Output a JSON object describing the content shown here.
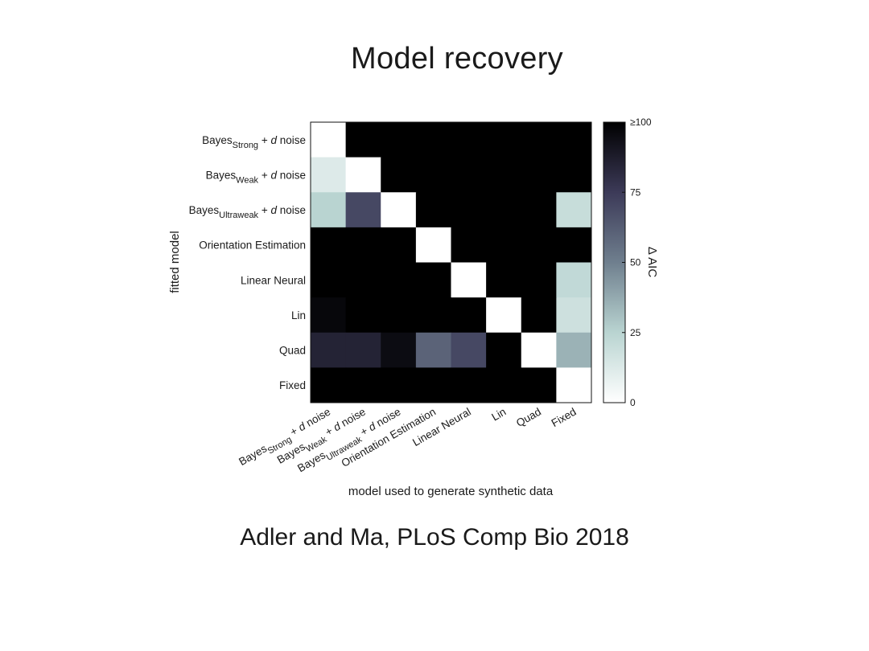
{
  "slide": {
    "title": "Model recovery",
    "citation": "Adler and Ma, PLoS Comp Bio 2018"
  },
  "chart_data": {
    "type": "heatmap",
    "xlabel": "model used to generate synthetic data",
    "ylabel": "fitted model",
    "colorbar_label": "Δ AIC",
    "colorbar_ticks": [
      {
        "value": 0,
        "label": "0"
      },
      {
        "value": 25,
        "label": "25"
      },
      {
        "value": 50,
        "label": "50"
      },
      {
        "value": 75,
        "label": "75"
      },
      {
        "value": 100,
        "label": "≥100"
      }
    ],
    "color_range": [
      0,
      100
    ],
    "colormap": [
      "#ffffff",
      "#b9d4d1",
      "#6f7f8e",
      "#3c3a58",
      "#000000"
    ],
    "rows": [
      {
        "base": "Bayes",
        "sub": "Strong",
        "tail": " + d noise"
      },
      {
        "base": "Bayes",
        "sub": "Weak",
        "tail": " + d noise"
      },
      {
        "base": "Bayes",
        "sub": "Ultraweak",
        "tail": " + d noise"
      },
      {
        "base": "Orientation Estimation",
        "sub": "",
        "tail": ""
      },
      {
        "base": "Linear Neural",
        "sub": "",
        "tail": ""
      },
      {
        "base": "Lin",
        "sub": "",
        "tail": ""
      },
      {
        "base": "Quad",
        "sub": "",
        "tail": ""
      },
      {
        "base": "Fixed",
        "sub": "",
        "tail": ""
      }
    ],
    "columns": [
      {
        "base": "Bayes",
        "sub": "Strong",
        "tail": " + d noise"
      },
      {
        "base": "Bayes",
        "sub": "Weak",
        "tail": " + d noise"
      },
      {
        "base": "Bayes",
        "sub": "Ultraweak",
        "tail": " + d noise"
      },
      {
        "base": "Orientation Estimation",
        "sub": "",
        "tail": ""
      },
      {
        "base": "Linear Neural",
        "sub": "",
        "tail": ""
      },
      {
        "base": "Lin",
        "sub": "",
        "tail": ""
      },
      {
        "base": "Quad",
        "sub": "",
        "tail": ""
      },
      {
        "base": "Fixed",
        "sub": "",
        "tail": ""
      }
    ],
    "values": [
      [
        0,
        100,
        100,
        100,
        100,
        100,
        100,
        100
      ],
      [
        12,
        0,
        100,
        100,
        100,
        100,
        100,
        100
      ],
      [
        25,
        70,
        0,
        100,
        100,
        100,
        100,
        20
      ],
      [
        100,
        100,
        100,
        0,
        100,
        100,
        100,
        100
      ],
      [
        100,
        100,
        100,
        100,
        0,
        100,
        100,
        22
      ],
      [
        97,
        100,
        100,
        100,
        100,
        0,
        100,
        18
      ],
      [
        85,
        85,
        95,
        60,
        70,
        100,
        0,
        35
      ],
      [
        100,
        100,
        100,
        100,
        100,
        100,
        100,
        0
      ]
    ]
  }
}
